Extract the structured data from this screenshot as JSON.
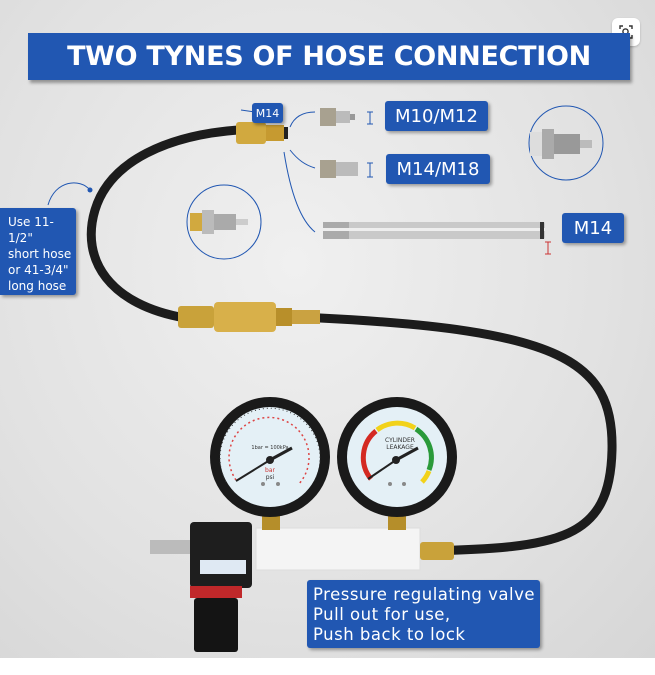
{
  "banner": {
    "title": "TWO TYNES OF HOSE CONNECTION"
  },
  "labels": {
    "adapter_top": "M14",
    "m10_m12": "M10/M12",
    "m14_m18": "M14/M18",
    "long_adapter": "M14"
  },
  "hose_note": {
    "lines": [
      "Use 11-1/2\"",
      "short hose",
      "or 41-3/4\"",
      "long hose"
    ]
  },
  "valve_note": {
    "lines": [
      "Pressure regulating valve",
      "Pull out for use,",
      "Push back to lock"
    ]
  },
  "gauge_left": {
    "scale_text": "1bar = 100kPa",
    "units": [
      "bar",
      "psi"
    ]
  },
  "gauge_right": {
    "title_lines": [
      "CYLINDER",
      "LEAKAGE"
    ]
  },
  "colors": {
    "accent": "#2157b2",
    "leak_red": "#d42a22",
    "leak_yellow": "#f2d21a",
    "leak_green": "#2a9a3a"
  },
  "icons": {
    "visual_search": "lens-search-icon"
  }
}
